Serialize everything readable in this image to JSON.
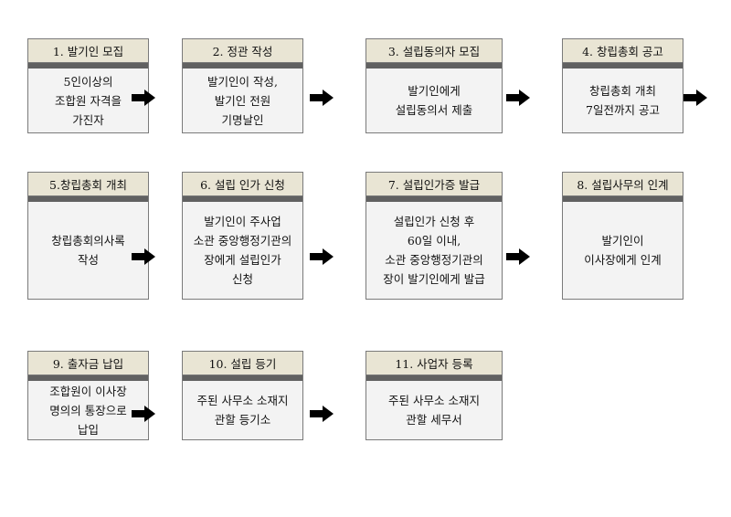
{
  "steps": [
    {
      "title": "1. 발기인 모집",
      "body": "5인이상의\n조합원 자격을\n가진자"
    },
    {
      "title": "2. 정관 작성",
      "body": "발기인이 작성,\n발기인 전원\n기명날인"
    },
    {
      "title": "3. 설립동의자 모집",
      "body": "발기인에게\n설립동의서 제출"
    },
    {
      "title": "4. 창립총회 공고",
      "body": "창립총회 개최\n7일전까지 공고"
    },
    {
      "title": "5.창립총회 개최",
      "body": "창립총회의사록\n작성"
    },
    {
      "title": "6. 설립 인가 신청",
      "body": "발기인이 주사업\n소관 중앙행정기관의\n장에게 설립인가\n신청"
    },
    {
      "title": "7. 설립인가증 발급",
      "body": "설립인가 신청 후\n60일 이내,\n소관 중앙행정기관의\n장이 발기인에게 발급"
    },
    {
      "title": "8. 설립사무의 인계",
      "body": "발기인이\n이사장에게 인계"
    },
    {
      "title": "9. 출자금 납입",
      "body": "조합원이 이사장\n명의의 통장으로\n납입"
    },
    {
      "title": "10. 설립 등기",
      "body": "주된 사무소 소재지\n관할 등기소"
    },
    {
      "title": "11. 사업자 등록",
      "body": "주된 사무소 소재지\n관할 세무서"
    }
  ]
}
